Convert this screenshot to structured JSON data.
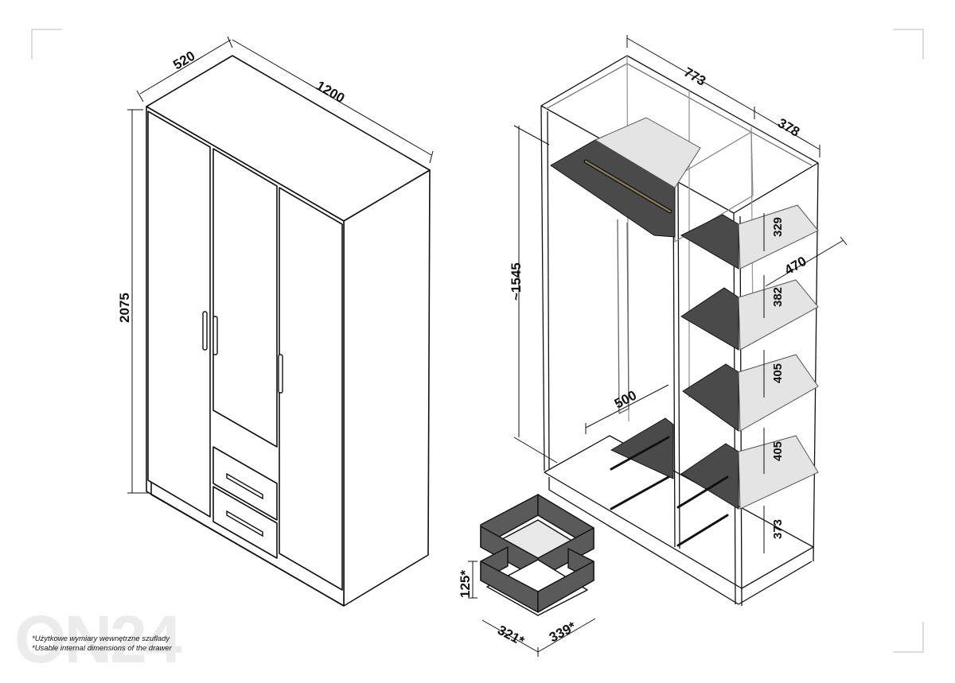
{
  "wardrobe_closed": {
    "depth": "520",
    "width": "1200",
    "height": "2075"
  },
  "wardrobe_open": {
    "width_section": "773",
    "width_shelf_section": "378",
    "hanging_height": "~1545",
    "shelf_depth": "470",
    "shelf_spacing": [
      "329",
      "382",
      "405",
      "405",
      "373"
    ],
    "drawer_section_depth": "500"
  },
  "drawer": {
    "height": "125*",
    "depth": "321*",
    "width": "339*"
  },
  "footnote": {
    "polish": "*Użytkowe wymiary wewnętrzne szuflady",
    "english": "*Usable internal dimensions of the drawer"
  },
  "watermark": "ON24",
  "colors": {
    "line": "#111111",
    "shelf_fill": "#4a4a4a",
    "rail": "#8a7a55"
  }
}
